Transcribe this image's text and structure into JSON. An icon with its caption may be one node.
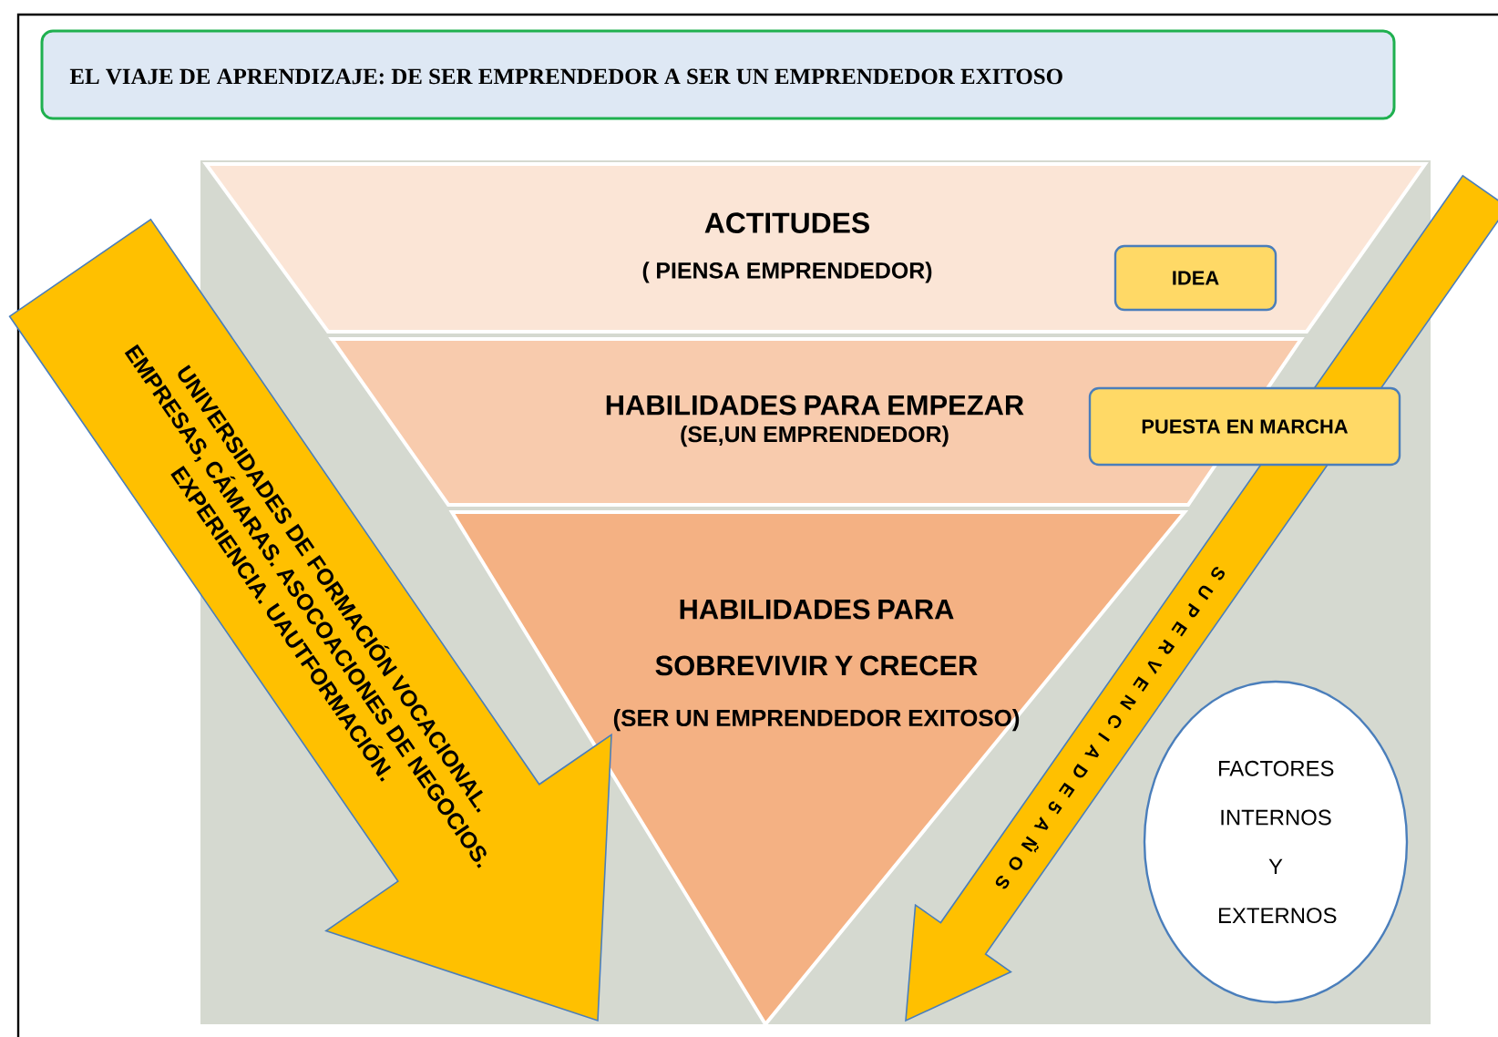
{
  "diagram": {
    "title": "EL VIAJE DE APRENDIZAJE: DE SER EMPRENDEDOR A SER UN EMPRENDEDOR EXITOSO",
    "nodes": [
      {
        "text": [
          "ACTITUDES",
          "( PIENSA EMPRENDEDOR)"
        ]
      },
      {
        "text": [
          "IDEA"
        ],
        "in": 0
      },
      {
        "text": [
          "HABILIDADES PARA EMPEZAR",
          "(SE,UN EMPRENDEDOR)"
        ]
      },
      {
        "text": [
          "PUESTA EN MARCHA"
        ]
      },
      {
        "text": [
          "HABILIDADES PARA SOBREVIVIR Y CRECER",
          "(SER UN EMPRENDEDOR EXITOSO)"
        ]
      },
      {
        "text": [
          "UNIVERSIDADES DE FORMACIÓN VOCACIONAL.",
          "EMPRESAS, CÁMARAS. ASOCOACIONES DE NEGOCIOS.",
          "EXPERIENCIA. UAUTFORMACIÓN."
        ]
      },
      {
        "text": [
          "S U P E R V E N C I A D E 5 A Ñ O S"
        ]
      },
      {
        "text": [
          "FACTORES INTERNOS Y EXTERNOS"
        ]
      }
    ]
  }
}
